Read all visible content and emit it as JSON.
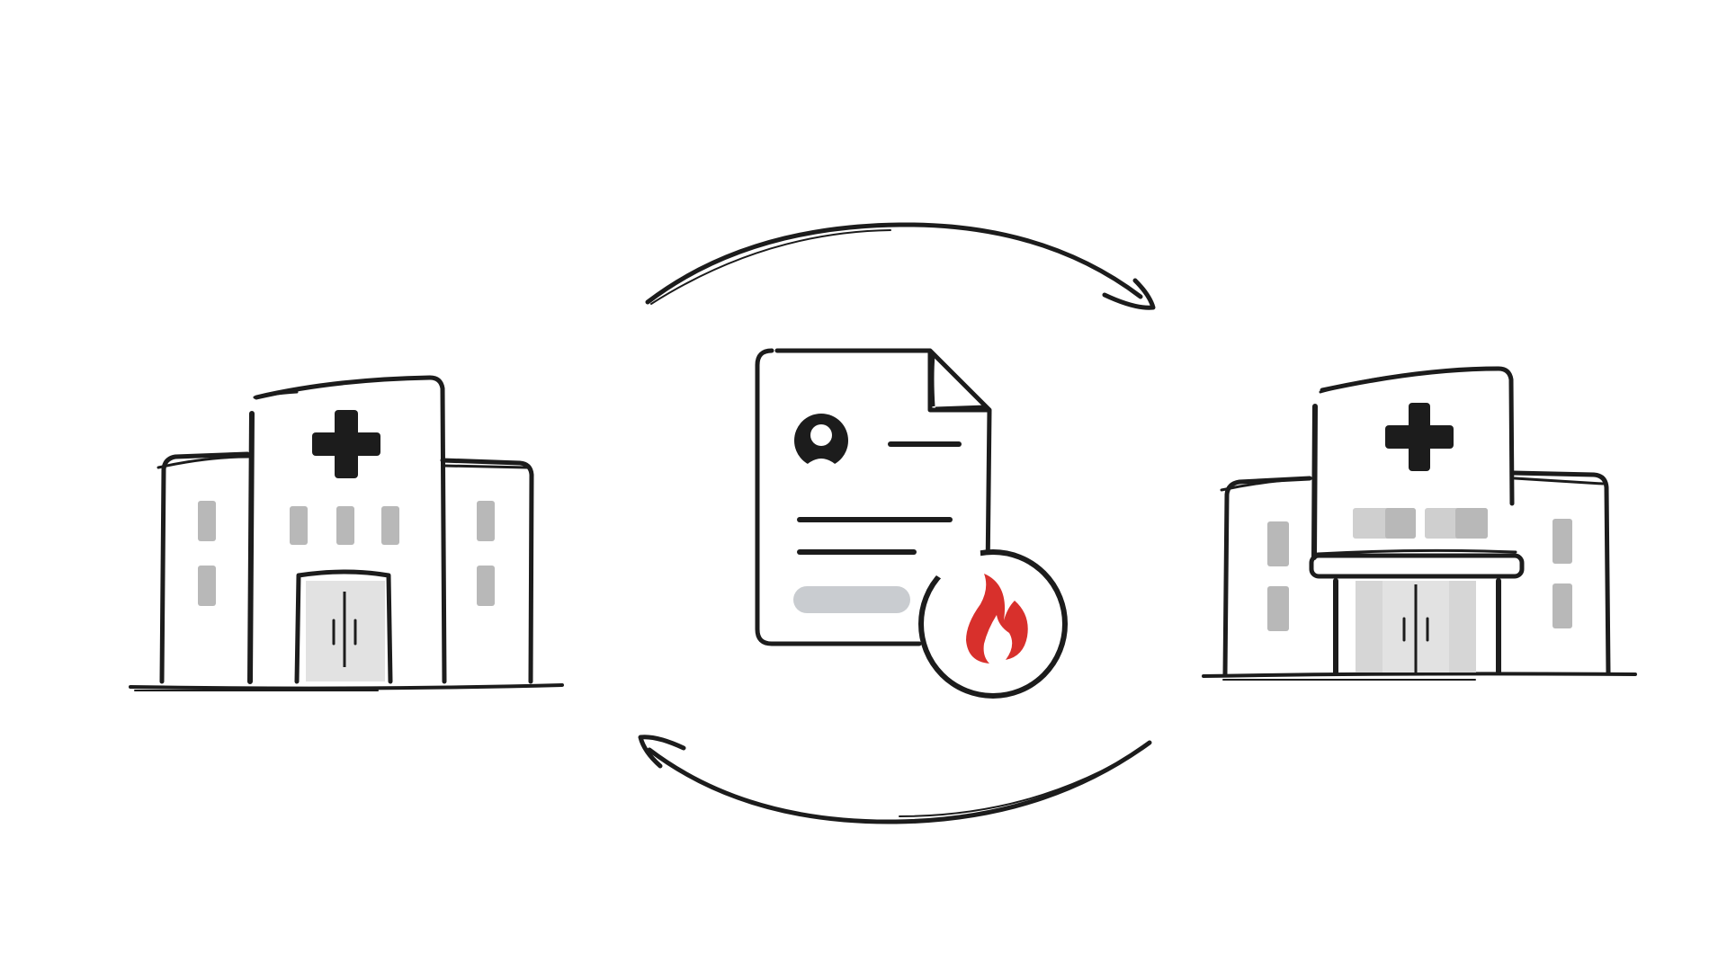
{
  "diagram": {
    "nodes": [
      {
        "id": "hospital-a",
        "icon": "hospital-building-icon"
      },
      {
        "id": "patient-record",
        "icon": "patient-document-icon",
        "badge_icon": "fire-icon"
      },
      {
        "id": "hospital-b",
        "icon": "hospital-building-icon"
      }
    ],
    "flows": [
      {
        "from": "hospital-a",
        "to": "hospital-b",
        "direction": "clockwise-top"
      },
      {
        "from": "hospital-b",
        "to": "hospital-a",
        "direction": "clockwise-bottom"
      }
    ]
  },
  "colors": {
    "ink": "#1c1c1c",
    "window_fill": "#b8b8b8",
    "door_fill": "#e2e2e2",
    "placeholder_bar": "#c9ccd0",
    "flame": "#d8302c",
    "background": "#ffffff"
  }
}
